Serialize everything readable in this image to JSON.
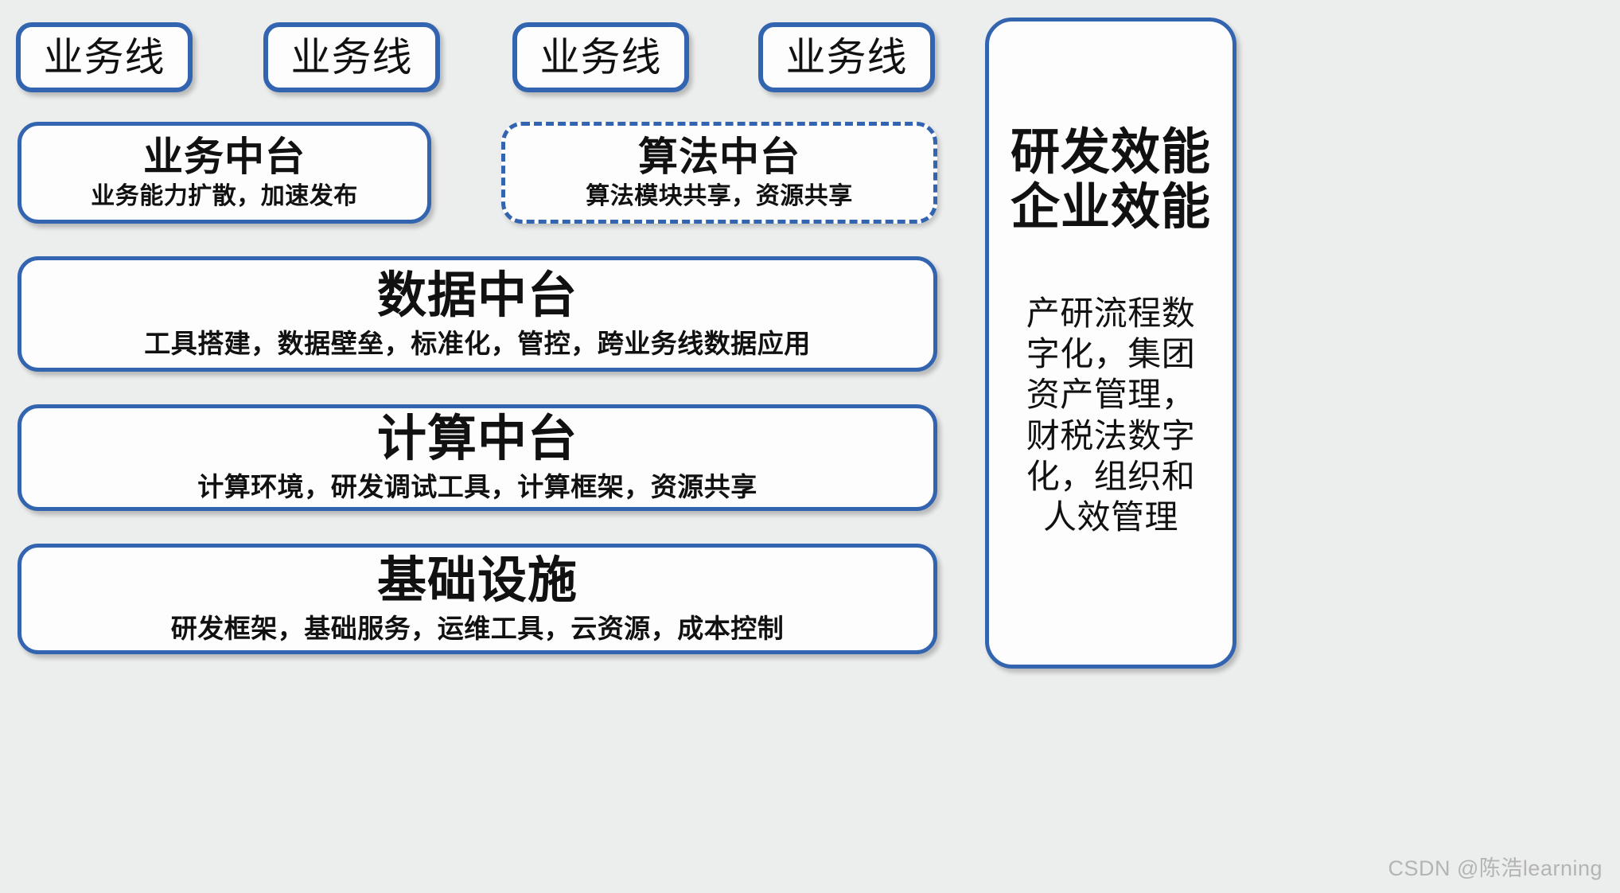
{
  "diagram": {
    "background_color": "#eceded",
    "accent_color": "#3364b0",
    "business_lines": [
      {
        "label": "业务线"
      },
      {
        "label": "业务线"
      },
      {
        "label": "业务线"
      },
      {
        "label": "业务线"
      }
    ],
    "platforms": [
      {
        "name": "business-middle-platform",
        "title": "业务中台",
        "subtitle": "业务能力扩散，加速发布",
        "border_style": "solid"
      },
      {
        "name": "algorithm-middle-platform",
        "title": "算法中台",
        "subtitle": "算法模块共享，资源共享",
        "border_style": "dashed"
      },
      {
        "name": "data-middle-platform",
        "title": "数据中台",
        "subtitle": "工具搭建，数据壁垒，标准化，管控，跨业务线数据应用",
        "border_style": "solid"
      },
      {
        "name": "compute-middle-platform",
        "title": "计算中台",
        "subtitle": "计算环境，研发调试工具，计算框架，资源共享",
        "border_style": "solid"
      },
      {
        "name": "infrastructure",
        "title": "基础设施",
        "subtitle": "研发框架，基础服务，运维工具，云资源，成本控制",
        "border_style": "solid"
      }
    ],
    "side_panel": {
      "title_line1": "研发效能",
      "title_line2": "企业效能",
      "body": "产研流程数字化，集团资产管理，财税法数字化，组织和人效管理"
    },
    "watermark": "CSDN @陈浩learning"
  }
}
